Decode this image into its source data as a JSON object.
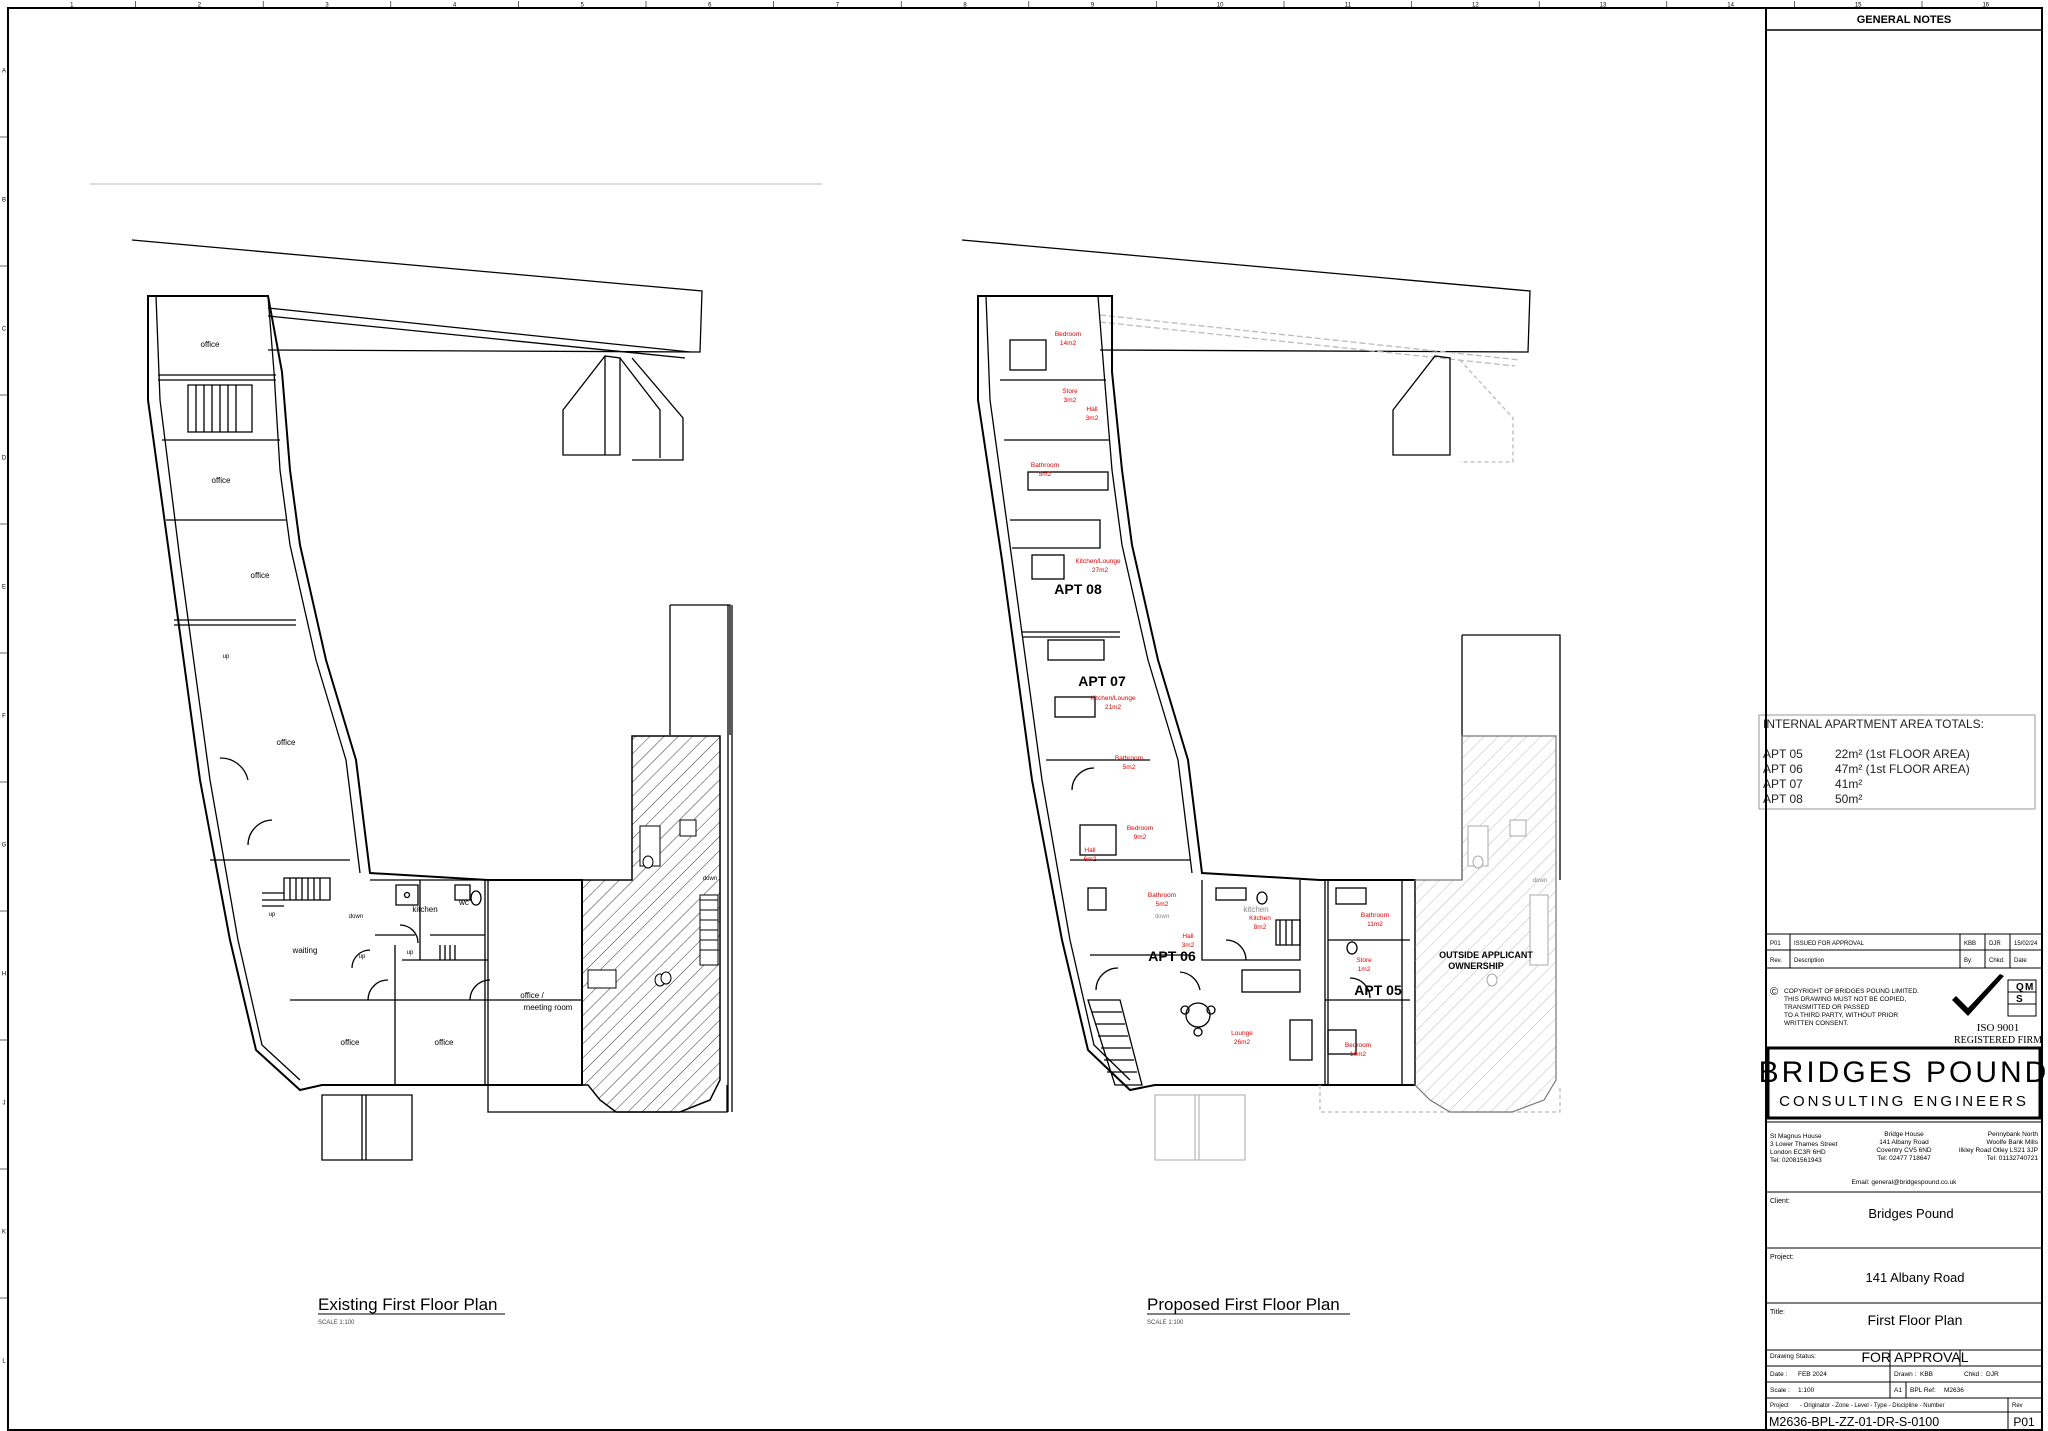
{
  "grid": {
    "columns": [
      "1",
      "2",
      "3",
      "4",
      "5",
      "6",
      "7",
      "8",
      "9",
      "10",
      "11",
      "12",
      "13",
      "14",
      "15",
      "16"
    ],
    "rows": [
      "A",
      "B",
      "C",
      "D",
      "E",
      "F",
      "G",
      "H",
      "J",
      "K",
      "L"
    ]
  },
  "general_notes": "GENERAL NOTES",
  "area_totals": {
    "heading": "INTERNAL APARTMENT AREA TOTALS:",
    "rows": [
      {
        "apt": "APT 05",
        "area": "22m² (1st FLOOR AREA)"
      },
      {
        "apt": "APT 06",
        "area": "47m² (1st FLOOR AREA)"
      },
      {
        "apt": "APT 07",
        "area": "41m²"
      },
      {
        "apt": "APT 08",
        "area": "50m²"
      }
    ]
  },
  "existing": {
    "title": "Existing First Floor Plan",
    "scale": "SCALE 1:100",
    "rooms": {
      "office1": "office",
      "office2": "office",
      "office3": "office",
      "office4": "office",
      "office5": "office",
      "office6": "office",
      "kitchen": "kitchen",
      "wc": "wc",
      "waiting": "waiting",
      "meeting1": "office /",
      "meeting2": "meeting room",
      "up1": "up",
      "up2": "up",
      "up3": "up",
      "up4": "up",
      "down1": "down",
      "down2": "down"
    }
  },
  "proposed": {
    "title": "Proposed First Floor Plan",
    "scale": "SCALE 1:100",
    "apts": {
      "apt08": "APT 08",
      "apt07": "APT 07",
      "apt06": "APT 06",
      "apt05": "APT 05"
    },
    "rooms": {
      "bed1": "Bedroom",
      "bed1a": "14m2",
      "store1": "Store",
      "store1a": "3m2",
      "hall1": "Hall",
      "hall1a": "3m2",
      "bath1": "Bathroom",
      "bath1a": "5m2",
      "kl1": "Kitchen/Lounge",
      "kl1a": "27m2",
      "kl2": "Kitchen/Lounge",
      "kl2a": "21m2",
      "bath2": "Bathroom",
      "bath2a": "5m2",
      "bed2": "Bedroom",
      "bed2a": "9m2",
      "hall2": "Hall",
      "hall2a": "6m2",
      "bath3": "Bathroom",
      "bath3a": "5m2",
      "hall3": "Hall",
      "hall3a": "3m2",
      "kit3": "Kitchen",
      "kit3a": "8m2",
      "lounge": "Lounge",
      "loungea": "26m2",
      "bath4": "Bathroom",
      "bath4a": "11m2",
      "store4": "Store",
      "store4a": "1m2",
      "bed4": "Bedroom",
      "bed4a": "10m2",
      "kitchen": "kitchen",
      "down": "down",
      "down2": "down"
    },
    "outside1": "OUTSIDE APPLICANT",
    "outside2": "OWNERSHIP"
  },
  "title_block": {
    "rev_row": {
      "rev": "P01",
      "desc": "ISSUED FOR APPROVAL",
      "by": "KBB",
      "chkd": "DJR",
      "date": "15/02/24"
    },
    "rev_head": {
      "rev": "Rev.",
      "desc": "Description",
      "by": "By:",
      "chkd": "Chkd.",
      "date": "Date"
    },
    "copyright": [
      "COPYRIGHT OF BRIDGES POUND LIMITED.",
      "THIS DRAWING MUST NOT BE COPIED,",
      "TRANSMITTED OR PASSED",
      "TO A THIRD PARTY, WITHOUT PRIOR",
      "WRITTEN CONSENT."
    ],
    "iso1": "ISO 9001",
    "iso2": "REGISTERED FIRM",
    "qms": [
      "Q",
      "M",
      "S"
    ],
    "brand1": "BRIDGES POUND",
    "brand2": "CONSULTING ENGINEERS",
    "offices": [
      [
        "St Magnus House",
        "3 Lower Thames Street",
        "London EC3R 6HD",
        "Tel: 02081561943"
      ],
      [
        "Bridge House",
        "141 Albany Road",
        "Coventry CV5 6ND",
        "Tel: 02477 718647"
      ],
      [
        "Pennybank North",
        "Woolfe Bank Mills",
        "Ilkley Road Otley LS21 3JP",
        "Tel: 01132740721"
      ]
    ],
    "email": "Email: general@bridgespound.co.uk",
    "client_label": "Client:",
    "client": "Bridges Pound",
    "project_label": "Project:",
    "project": "141 Albany Road",
    "title_label": "Title:",
    "title": "First Floor Plan",
    "status_label": "Drawing Status:",
    "status": "FOR APPROVAL",
    "date_label": "Date :",
    "date": "FEB 2024",
    "drawn_label": "Drawn :",
    "drawn": "KBB",
    "chkd_label": "Chkd :",
    "chkd": "DJR",
    "scale_label": "Scale :",
    "scale": "1:100",
    "size": "A1",
    "bpl_label": "BPL Ref:",
    "bpl": "M2636",
    "proj_label": "Project",
    "proj_fmt": "- Originator - Zone - Level - Type - Discipline - Number",
    "rev_label": "Rev",
    "drawing_no": "M2636-BPL-ZZ-01-DR-S-0100",
    "rev_no": "P01"
  }
}
